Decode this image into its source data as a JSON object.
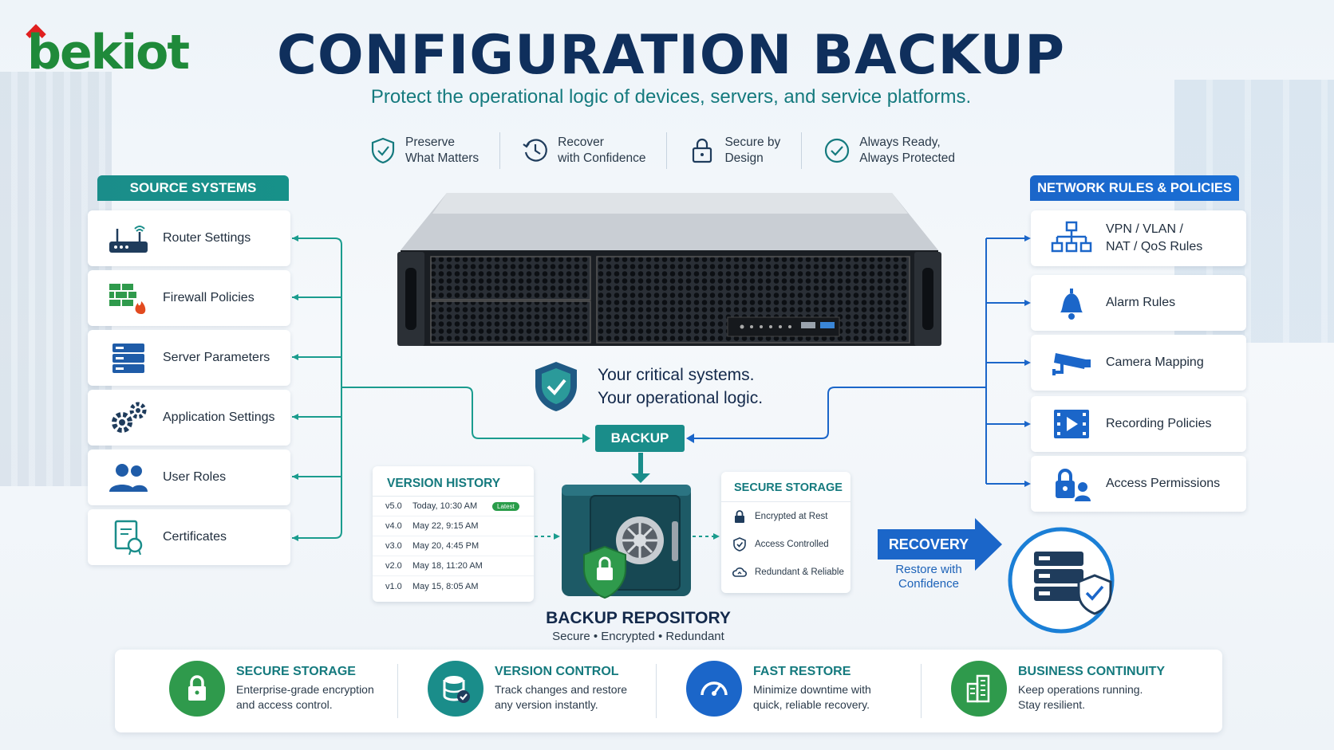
{
  "brand": {
    "logo_text": "bekiot"
  },
  "header": {
    "title": "CONFIGURATION BACKUP",
    "subtitle": "Protect the operational logic of devices, servers, and service platforms."
  },
  "pillars": [
    {
      "text": "Preserve\nWhat Matters",
      "icon": "shield-check-icon"
    },
    {
      "text": "Recover\nwith Confidence",
      "icon": "history-clock-icon"
    },
    {
      "text": "Secure by\nDesign",
      "icon": "padlock-icon"
    },
    {
      "text": "Always Ready,\nAlways Protected",
      "icon": "check-circle-icon"
    }
  ],
  "source_systems": {
    "title": "SOURCE SYSTEMS",
    "items": [
      {
        "label": "Router Settings",
        "icon": "router-icon"
      },
      {
        "label": "Firewall Policies",
        "icon": "firewall-icon"
      },
      {
        "label": "Server Parameters",
        "icon": "server-rack-icon"
      },
      {
        "label": "Application Settings",
        "icon": "gears-icon"
      },
      {
        "label": "User Roles",
        "icon": "users-icon"
      },
      {
        "label": "Certificates",
        "icon": "certificate-icon"
      }
    ]
  },
  "network_rules": {
    "title": "NETWORK RULES & POLICIES",
    "items": [
      {
        "label": "VPN / VLAN /\nNAT / QoS Rules",
        "icon": "network-topology-icon"
      },
      {
        "label": "Alarm Rules",
        "icon": "alarm-bell-icon"
      },
      {
        "label": "Camera Mapping",
        "icon": "security-camera-icon"
      },
      {
        "label": "Recording Policies",
        "icon": "video-play-icon"
      },
      {
        "label": "Access Permissions",
        "icon": "lock-user-icon"
      }
    ]
  },
  "center": {
    "tagline_1": "Your critical systems.",
    "tagline_2": "Your operational logic.",
    "backup_label": "BACKUP"
  },
  "version_history": {
    "title": "VERSION HISTORY",
    "latest_badge": "Latest",
    "rows": [
      {
        "version": "v5.0",
        "date": "Today, 10:30 AM",
        "latest": true
      },
      {
        "version": "v4.0",
        "date": "May 22, 9:15 AM",
        "latest": false
      },
      {
        "version": "v3.0",
        "date": "May 20, 4:45 PM",
        "latest": false
      },
      {
        "version": "v2.0",
        "date": "May 18, 11:20 AM",
        "latest": false
      },
      {
        "version": "v1.0",
        "date": "May 15, 8:05 AM",
        "latest": false
      }
    ]
  },
  "secure_storage_panel": {
    "title": "SECURE STORAGE",
    "items": [
      {
        "label": "Encrypted at Rest",
        "icon": "lock-icon"
      },
      {
        "label": "Access Controlled",
        "icon": "shield-icon"
      },
      {
        "label": "Redundant & Reliable",
        "icon": "cloud-sync-icon"
      }
    ]
  },
  "repository": {
    "title": "BACKUP REPOSITORY",
    "subtitle": "Secure • Encrypted • Redundant"
  },
  "recovery": {
    "label": "RECOVERY",
    "subtitle": "Restore with\nConfidence"
  },
  "features": [
    {
      "title": "SECURE STORAGE",
      "desc": "Enterprise-grade encryption\nand access control.",
      "icon": "padlock-icon",
      "color": "#2f9a4c"
    },
    {
      "title": "VERSION CONTROL",
      "desc": "Track changes and restore\nany version instantly.",
      "icon": "database-check-icon",
      "color": "#1a8d8a"
    },
    {
      "title": "FAST RESTORE",
      "desc": "Minimize downtime with\nquick, reliable recovery.",
      "icon": "speedometer-icon",
      "color": "#1b66c9"
    },
    {
      "title": "BUSINESS CONTINUITY",
      "desc": "Keep operations running.\nStay resilient.",
      "icon": "buildings-icon",
      "color": "#2f9a4c"
    }
  ],
  "colors": {
    "teal": "#1a8d8a",
    "blue": "#1b66c9",
    "navy": "#0f2f5c",
    "green": "#2f9a4c"
  }
}
